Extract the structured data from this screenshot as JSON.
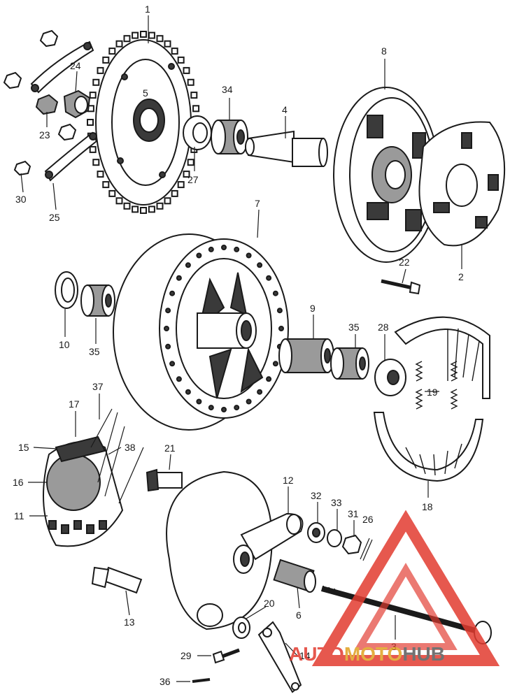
{
  "callouts": [
    {
      "id": "c1",
      "label": "1"
    },
    {
      "id": "c5",
      "label": "5"
    },
    {
      "id": "c24",
      "label": "24"
    },
    {
      "id": "c23",
      "label": "23"
    },
    {
      "id": "c30",
      "label": "30"
    },
    {
      "id": "c25",
      "label": "25"
    },
    {
      "id": "c27",
      "label": "27"
    },
    {
      "id": "c34",
      "label": "34"
    },
    {
      "id": "c4",
      "label": "4"
    },
    {
      "id": "c8",
      "label": "8"
    },
    {
      "id": "c2",
      "label": "2"
    },
    {
      "id": "c22",
      "label": "22"
    },
    {
      "id": "c7",
      "label": "7"
    },
    {
      "id": "c10",
      "label": "10"
    },
    {
      "id": "c35a",
      "label": "35"
    },
    {
      "id": "c9",
      "label": "9"
    },
    {
      "id": "c35b",
      "label": "35"
    },
    {
      "id": "c28",
      "label": "28"
    },
    {
      "id": "c19",
      "label": "19"
    },
    {
      "id": "c37",
      "label": "37"
    },
    {
      "id": "c17",
      "label": "17"
    },
    {
      "id": "c15",
      "label": "15"
    },
    {
      "id": "c38",
      "label": "38"
    },
    {
      "id": "c16",
      "label": "16"
    },
    {
      "id": "c11",
      "label": "11"
    },
    {
      "id": "c21",
      "label": "21"
    },
    {
      "id": "c12",
      "label": "12"
    },
    {
      "id": "c32",
      "label": "32"
    },
    {
      "id": "c33",
      "label": "33"
    },
    {
      "id": "c31",
      "label": "31"
    },
    {
      "id": "c26",
      "label": "26"
    },
    {
      "id": "c18",
      "label": "18"
    },
    {
      "id": "c13",
      "label": "13"
    },
    {
      "id": "c6",
      "label": "6"
    },
    {
      "id": "c20",
      "label": "20"
    },
    {
      "id": "c3",
      "label": "3"
    },
    {
      "id": "c29",
      "label": "29"
    },
    {
      "id": "c14",
      "label": "14"
    },
    {
      "id": "c36",
      "label": "36"
    }
  ],
  "watermark": {
    "part1": "AUTO",
    "part2": "MOTO",
    "part3": "HUB",
    "colors": {
      "red": "#e23b30",
      "gold": "#e0a020",
      "gray": "#5a5a5a"
    }
  }
}
